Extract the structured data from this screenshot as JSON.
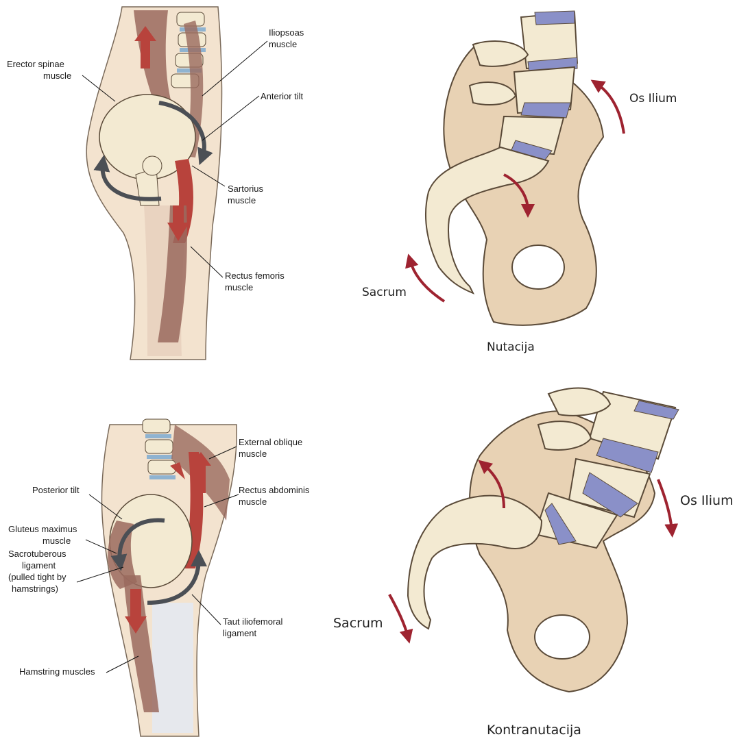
{
  "panels": {
    "anterior": {
      "labels": {
        "erector_spinae": [
          "Erector spinae",
          "muscle"
        ],
        "iliopsoas": [
          "Iliopsoas",
          "muscle"
        ],
        "anterior_tilt": [
          "Anterior tilt"
        ],
        "sartorius": [
          "Sartorius",
          "muscle"
        ],
        "rectus_femoris": [
          "Rectus femoris",
          "muscle"
        ]
      }
    },
    "nutation": {
      "caption": "Nutacija",
      "labels": {
        "os_ilium": "Os Ilium",
        "sacrum": "Sacrum"
      }
    },
    "posterior": {
      "labels": {
        "external_oblique": [
          "External oblique",
          "muscle"
        ],
        "posterior_tilt": [
          "Posterior tilt"
        ],
        "rectus_abdominis": [
          "Rectus abdominis",
          "muscle"
        ],
        "gluteus_maximus": [
          "Gluteus maximus",
          "muscle"
        ],
        "sacrotuberous": [
          "Sacrotuberous",
          "ligament",
          "(pulled tight by",
          "hamstrings)"
        ],
        "iliofemoral": [
          "Taut iliofemoral",
          "ligament"
        ],
        "hamstrings": [
          "Hamstring muscles"
        ]
      }
    },
    "counternutation": {
      "caption": "Kontranutacija",
      "labels": {
        "os_ilium": "Os Ilium",
        "sacrum": "Sacrum"
      }
    }
  },
  "colors": {
    "bone": "#f3ead2",
    "bone_outline": "#5a4a38",
    "pelvis_fill": "#e8d2b4",
    "disc": "#8a90c8",
    "muscle_red": "#b8433c",
    "muscle_brown": "#9a6a5e",
    "skin": "#f3e3cf",
    "tilt_arrow": "#4b4f55",
    "motion_arrow": "#9e2330"
  },
  "icons": [
    "tilt-arrow-icon",
    "muscle-arrow-icon",
    "motion-arrow-icon"
  ]
}
